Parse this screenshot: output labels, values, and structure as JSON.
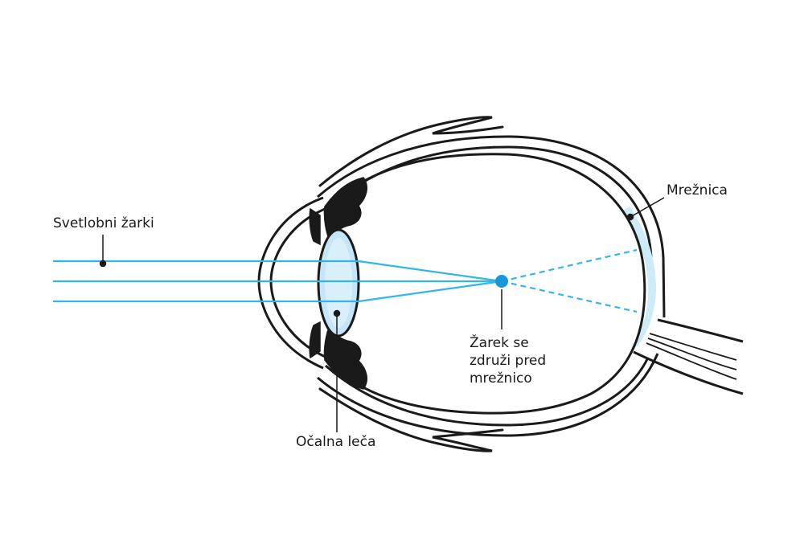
{
  "labels": {
    "light_rays": "Svetlobni žarki",
    "retina": "Mrežnica",
    "lens": "Očalna leča",
    "focus_point": [
      "Žarek se",
      "združi pred",
      "mrežnico"
    ]
  },
  "colors": {
    "ray": "#33b5ea",
    "focus_dot": "#1a96dc",
    "retina_fill": "#cdebf8",
    "lens_fill": "#c4e6f8",
    "outline": "#1a1a1a",
    "background": "#ffffff"
  }
}
